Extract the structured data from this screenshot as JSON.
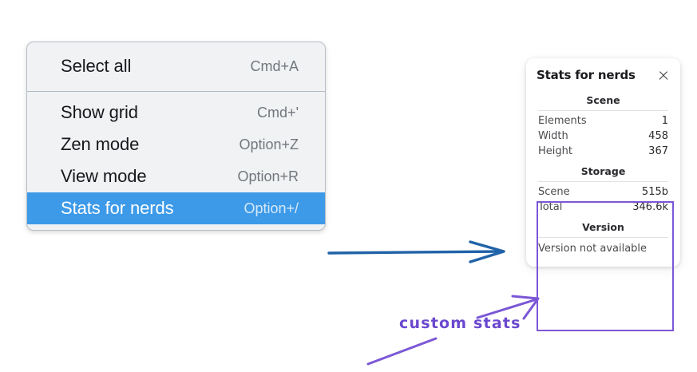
{
  "context_menu": {
    "groups": [
      {
        "items": [
          {
            "label": "Select all",
            "shortcut": "Cmd+A",
            "selected": false
          }
        ]
      },
      {
        "items": [
          {
            "label": "Show grid",
            "shortcut": "Cmd+'",
            "selected": false
          },
          {
            "label": "Zen mode",
            "shortcut": "Option+Z",
            "selected": false
          },
          {
            "label": "View mode",
            "shortcut": "Option+R",
            "selected": false
          },
          {
            "label": "Stats for nerds",
            "shortcut": "Option+/",
            "selected": true
          }
        ]
      }
    ],
    "highlight_color": "#3d9ae8",
    "background_color": "#f0f2f4"
  },
  "stats_panel": {
    "title": "Stats for nerds",
    "close_icon": "close-icon",
    "sections": [
      {
        "heading": "Scene",
        "rows": [
          {
            "key": "Elements",
            "value": "1"
          },
          {
            "key": "Width",
            "value": "458"
          },
          {
            "key": "Height",
            "value": "367"
          }
        ]
      },
      {
        "heading": "Storage",
        "rows": [
          {
            "key": "Scene",
            "value": "515b"
          },
          {
            "key": "Total",
            "value": "346.6k"
          }
        ]
      },
      {
        "heading": "Version",
        "single_value": "Version not available"
      }
    ],
    "highlight_border_color": "#7b57d6"
  },
  "annotations": {
    "label": "custom stats",
    "label_color": "#6a48cf",
    "blue_arrow_color": "#2163a8",
    "purple_arrow_color": "#7b57d6"
  }
}
